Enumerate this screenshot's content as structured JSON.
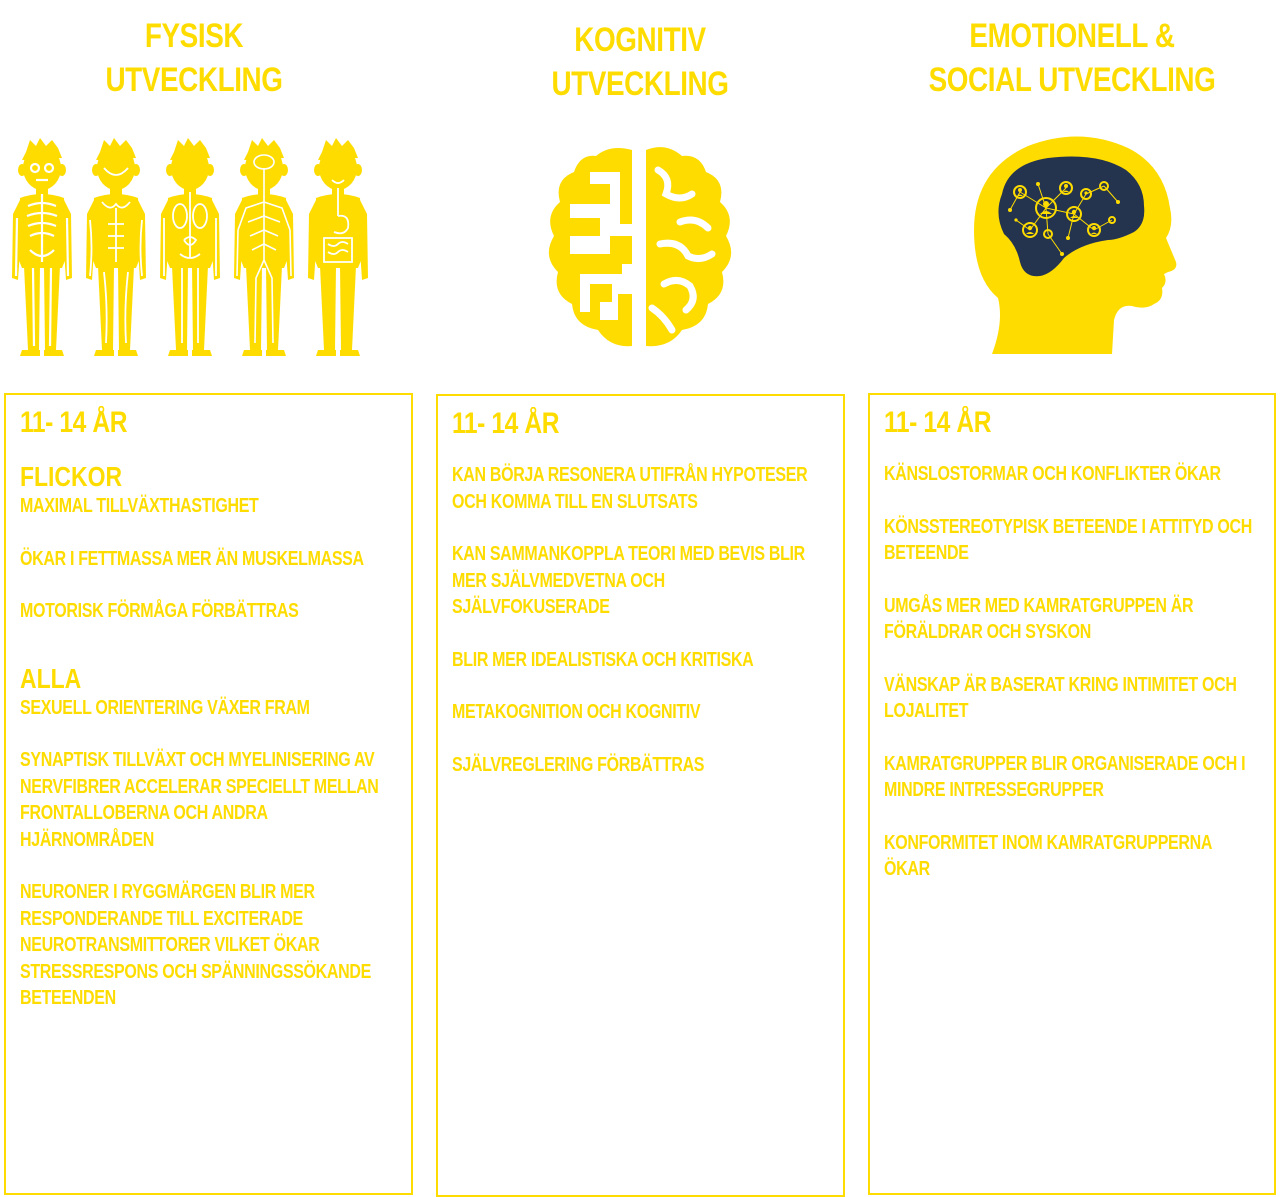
{
  "columns": [
    {
      "title_line1": "FYSISK",
      "title_line2": "UTVECKLING",
      "age": "11- 14  ÅR",
      "groups": [
        {
          "title": "FLICKOR",
          "items": [
            "MAXIMAL TILLVÄXTHASTIGHET",
            "ÖKAR I FETTMASSA MER ÄN MUSKELMASSA",
            "MOTORISK FÖRMÅGA FÖRBÄTTRAS"
          ]
        },
        {
          "title": "ALLA",
          "items": [
            "SEXUELL ORIENTERING VÄXER FRAM",
            "SYNAPTISK TILLVÄXT OCH MYELINISERING AV NERVFIBRER ACCELERAR SPECIELLT MELLAN FRONTALLOBERNA OCH ANDRA HJÄRNOMRÅDEN",
            "NEURONER I RYGGMÄRGEN BLIR MER RESPONDERANDE TILL EXCITERADE NEUROTRANSMITTORER VILKET ÖKAR STRESSRESPONS OCH SPÄNNINGSSÖKANDE BETEENDEN"
          ]
        }
      ]
    },
    {
      "title_line1": "KOGNITIV",
      "title_line2": "UTVECKLING",
      "age": "11- 14  ÅR",
      "items": [
        "KAN BÖRJA RESONERA UTIFRÅN HYPOTESER OCH KOMMA TILL EN SLUTSATS",
        "KAN SAMMANKOPPLA TEORI MED BEVIS BLIR MER SJÄLVMEDVETNA OCH SJÄLVFOKUSERADE",
        "BLIR MER IDEALISTISKA OCH KRITISKA",
        "METAKOGNITION OCH KOGNITIV",
        "SJÄLVREGLERING FÖRBÄTTRAS"
      ]
    },
    {
      "title_line1": "EMOTIONELL &",
      "title_line2": "SOCIAL UTVECKLING",
      "age": "11- 14  ÅR",
      "items": [
        "KÄNSLOSTORMAR OCH KONFLIKTER ÖKAR",
        "KÖNSSTEREOTYPISK BETEENDE I ATTITYD OCH BETEENDE",
        "UMGÅS MER MED KAMRATGRUPPEN ÄR FÖRÄLDRAR OCH SYSKON",
        "VÄNSKAP ÄR BASERAT KRING INTIMITET OCH LOJALITET",
        "KAMRATGRUPPER BLIR ORGANISERADE OCH I MINDRE INTRESSEGRUPPER",
        "KONFORMITET INOM KAMRATGRUPPERNA ÖKAR"
      ]
    }
  ],
  "icons": {
    "bodies": "human-anatomy-figures-icon",
    "brain": "maze-brain-icon",
    "head": "social-network-head-icon"
  },
  "colors": {
    "accent": "#FFDC00",
    "dark": "#24344F",
    "background": "#FFFFFF"
  }
}
